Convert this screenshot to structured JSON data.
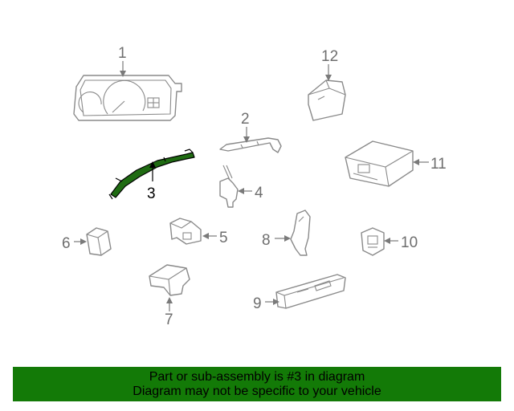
{
  "diagram": {
    "callouts": {
      "c1": "1",
      "c2": "2",
      "c3": "3",
      "c4": "4",
      "c5": "5",
      "c6": "6",
      "c7": "7",
      "c8": "8",
      "c9": "9",
      "c10": "10",
      "c11": "11",
      "c12": "12"
    },
    "highlighted_part": "3"
  },
  "banner": {
    "line1": "Part or sub-assembly is #3 in diagram",
    "line2": "Diagram may not be specific to your vehicle"
  },
  "colors": {
    "banner_bg": "#137a07",
    "highlight_fill": "#1f6b12",
    "part_stroke": "#8a8a8a",
    "label_gray": "#6e6e6e"
  },
  "icons": [
    "instrument-cluster-icon",
    "bracket-icon",
    "harness-icon",
    "switch-icon",
    "connector-icon",
    "relay-icon",
    "switch-housing-icon",
    "sensor-bracket-icon",
    "control-panel-icon",
    "button-switch-icon",
    "control-module-icon",
    "relay-module-icon"
  ]
}
